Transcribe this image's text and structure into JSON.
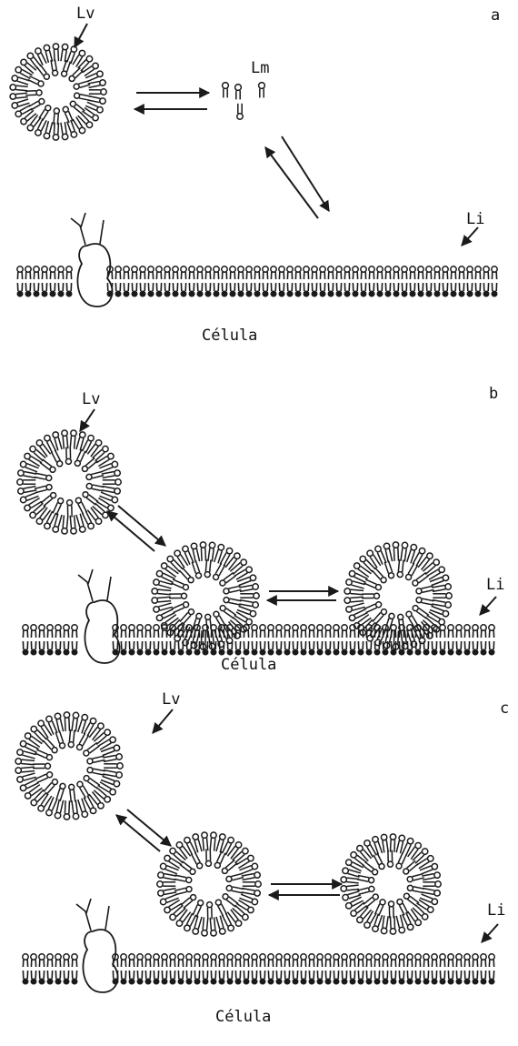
{
  "panels": [
    {
      "letter": "a",
      "labels": {
        "lv": "Lv",
        "lm": "Lm",
        "li": "Li"
      },
      "caption": "Célula"
    },
    {
      "letter": "b",
      "labels": {
        "lv": "Lv",
        "li": "Li"
      },
      "caption": "Célula"
    },
    {
      "letter": "c",
      "labels": {
        "lv": "Lv",
        "li": "Li"
      },
      "caption": "Célula"
    }
  ],
  "colors": {
    "ink": "#1a1a1a",
    "background": "#ffffff"
  }
}
